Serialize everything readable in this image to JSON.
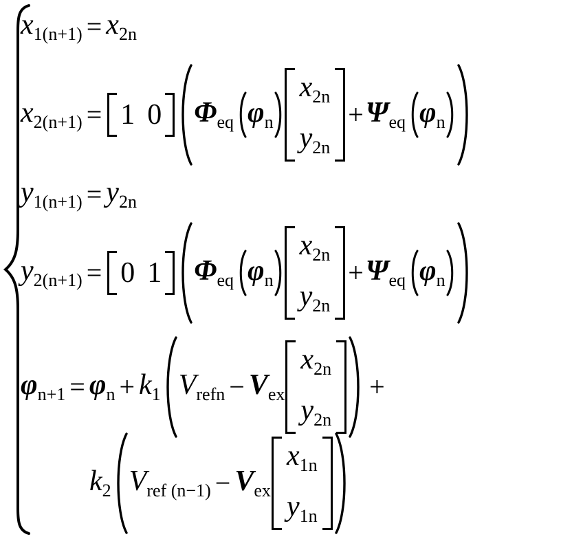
{
  "figure": {
    "kind": "system-of-equations",
    "brace": "left-curly-brace",
    "background_color": "#ffffff",
    "text_color": "#000000",
    "equation_count": 6
  },
  "equations": [
    {
      "id": "eq-x1",
      "lhs": {
        "base": "x",
        "sub": "1(n+1)"
      },
      "relation": "=",
      "rhs_plain": "x_2n"
    },
    {
      "id": "eq-x2",
      "lhs": {
        "base": "x",
        "sub": "2(n+1)"
      },
      "relation": "=",
      "row_vector": [
        "1",
        "0"
      ],
      "matrix_symbol": "Φ",
      "matrix_sub": "eq",
      "matrix_arg": "φ",
      "matrix_arg_sub": "n",
      "state_vector": [
        "x_2n",
        "y_2n"
      ],
      "plus": "+",
      "input_symbol": "Ψ",
      "input_sub": "eq",
      "input_arg": "φ",
      "input_arg_sub": "n"
    },
    {
      "id": "eq-y1",
      "lhs": {
        "base": "y",
        "sub": "1(n+1)"
      },
      "relation": "=",
      "rhs_plain": "y_2n"
    },
    {
      "id": "eq-y2",
      "lhs": {
        "base": "y",
        "sub": "2(n+1)"
      },
      "relation": "=",
      "row_vector": [
        "0",
        "1"
      ],
      "matrix_symbol": "Φ",
      "matrix_sub": "eq",
      "matrix_arg": "φ",
      "matrix_arg_sub": "n",
      "state_vector": [
        "x_2n",
        "y_2n"
      ],
      "plus": "+",
      "input_symbol": "Ψ",
      "input_sub": "eq",
      "input_arg": "φ",
      "input_arg_sub": "n"
    },
    {
      "id": "eq-phi-a",
      "lhs": {
        "base": "φ",
        "sub": "n+1"
      },
      "relation": "=",
      "gain": {
        "base": "k",
        "sub": "1"
      },
      "reference": {
        "base": "V",
        "sub_up": "ref",
        "sub_it": "n"
      },
      "minus": "−",
      "extract": {
        "base": "V",
        "sub": "ex"
      },
      "state_vector": [
        "x_2n",
        "y_2n"
      ],
      "trailing_plus": "+"
    },
    {
      "id": "eq-phi-b",
      "gain": {
        "base": "k",
        "sub": "2"
      },
      "reference": {
        "base": "V",
        "sub_up": "ref",
        "sub_paren": "(n−1)"
      },
      "minus": "−",
      "extract": {
        "base": "V",
        "sub": "ex"
      },
      "state_vector": [
        "x_1n",
        "y_1n"
      ]
    }
  ],
  "symbols": {
    "x": "x",
    "y": "y",
    "k": "k",
    "V": "V",
    "phi_lower": "φ",
    "Phi_upper": "Φ",
    "Psi_upper": "Ψ",
    "equals": "=",
    "plus": "+",
    "minus": "−",
    "one": "1",
    "zero": "0",
    "two": "2",
    "n": "n",
    "sub_eq": "eq",
    "sub_ex": "ex",
    "sub_ref": "ref",
    "paren_open": "(",
    "paren_close": ")"
  },
  "subscripts": {
    "one_n_plus_one": "1(n+1)",
    "two_n_plus_one": "2(n+1)",
    "two_n": "2n",
    "one_n": "1n",
    "n_plus_one": "n+1",
    "n": "n",
    "one": "1",
    "two": "2",
    "ref_n": "refn",
    "ref_n_minus_one": "ref (n−1)",
    "eq": "eq",
    "ex": "ex"
  }
}
